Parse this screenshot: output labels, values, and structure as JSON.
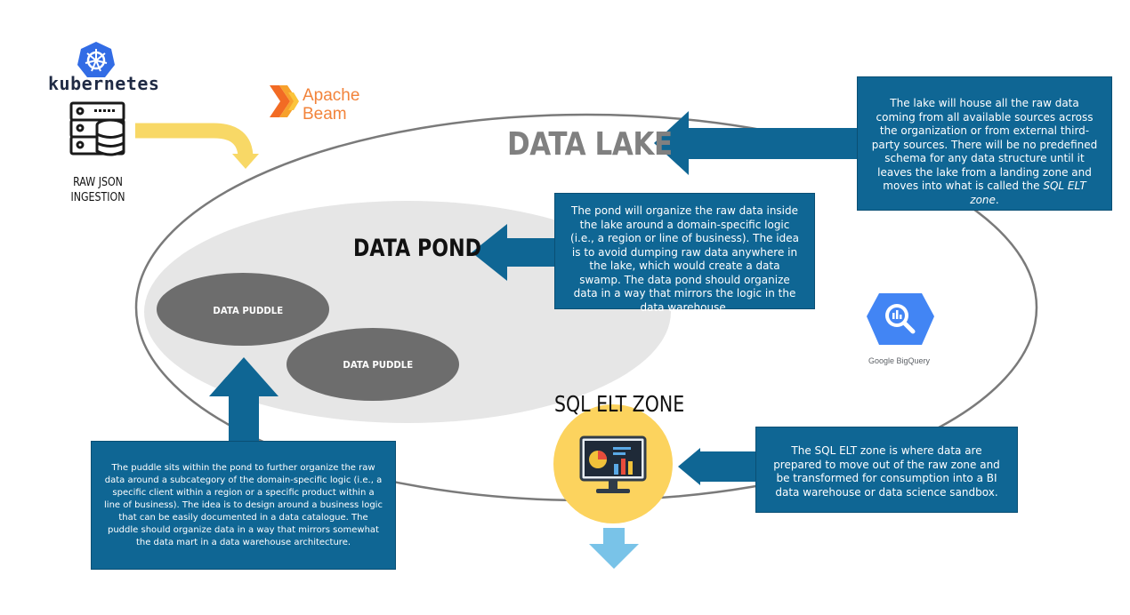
{
  "nodes": {
    "raw_json_ingestion": [
      "RAW JSON",
      "INGESTION"
    ],
    "data_lake": "DATA LAKE",
    "data_pond": "DATA POND",
    "data_puddle_1": "DATA PUDDLE",
    "data_puddle_2": "DATA PUDDLE",
    "sql_elt_zone": "SQL ELT ZONE"
  },
  "logos": {
    "kubernetes": "kubernetes",
    "apache_beam": [
      "Apache",
      "Beam"
    ],
    "google_bigquery": "Google BigQuery"
  },
  "descriptions": {
    "lake": {
      "text": "The lake will house all the raw data coming from all available sources across the organization or from external third-party sources. There will be no predefined schema for any data structure until it leaves the lake from a landing zone and moves into what is called the ",
      "emphasis": "SQL ELT zone",
      "end": "."
    },
    "pond": "The pond will organize the raw data inside the lake around a domain-specific logic (i.e., a region or line of business). The idea is to avoid dumping raw data anywhere in the lake, which would create a data swamp. The data pond should organize data in a way that mirrors the logic in the data warehouse.",
    "puddle": "The puddle sits within the pond to further organize the raw data around a subcategory of the domain-specific logic (i.e., a specific client within a region or a specific product within a line of business). The idea is to design around a business logic that can be easily documented in a data catalogue. The puddle should organize data in a way that mirrors somewhat the data mart in a data warehouse architecture.",
    "sql_elt": "The SQL ELT zone is where data are prepared to move out of the raw zone and be transformed for consumption into a BI data warehouse or data science sandbox."
  },
  "colors": {
    "box_blue": "#0f6694",
    "arrow_blue": "#0f6694",
    "ingest_arrow_yellow": "#f8d866",
    "out_arrow_lightblue": "#79c3e8",
    "pond_gray": "#e6e6e6",
    "puddle_gray": "#6d6d6d",
    "lake_outline": "#7a7a7a",
    "elt_circle_yellow": "#fcd35e"
  }
}
